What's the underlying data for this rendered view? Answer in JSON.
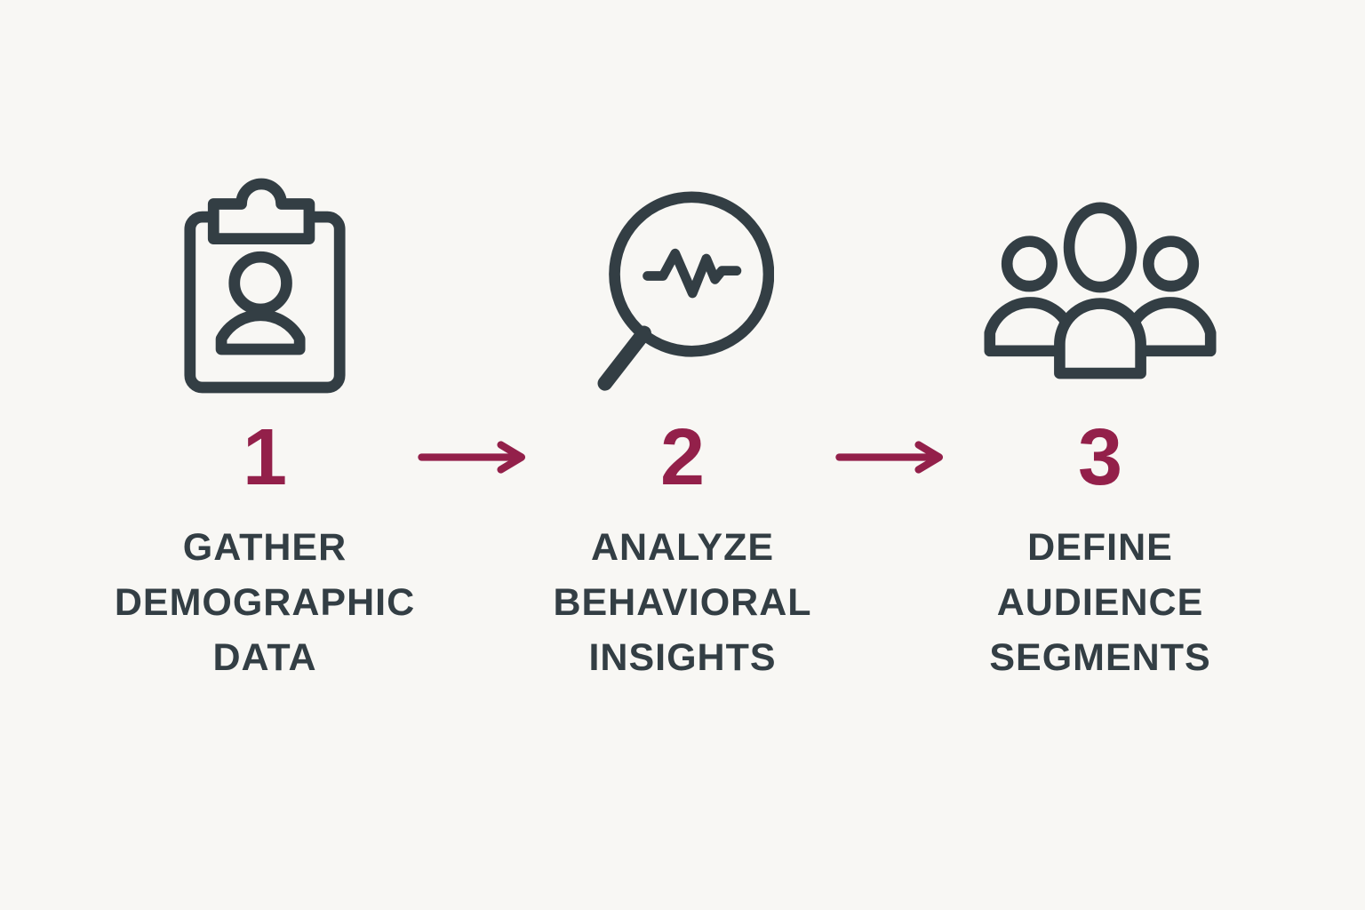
{
  "colors": {
    "accent": "#93204A",
    "ink": "#333E44",
    "background": "#F8F7F4"
  },
  "steps": [
    {
      "number": "1",
      "icon": "clipboard-profile-icon",
      "lines": [
        "GATHER",
        "DEMOGRAPHIC",
        "DATA"
      ]
    },
    {
      "number": "2",
      "icon": "magnifier-waveform-icon",
      "lines": [
        "ANALYZE",
        "BEHAVIORAL",
        "INSIGHTS"
      ]
    },
    {
      "number": "3",
      "icon": "audience-group-icon",
      "lines": [
        "DEFINE",
        "AUDIENCE",
        "SEGMENTS"
      ]
    }
  ]
}
